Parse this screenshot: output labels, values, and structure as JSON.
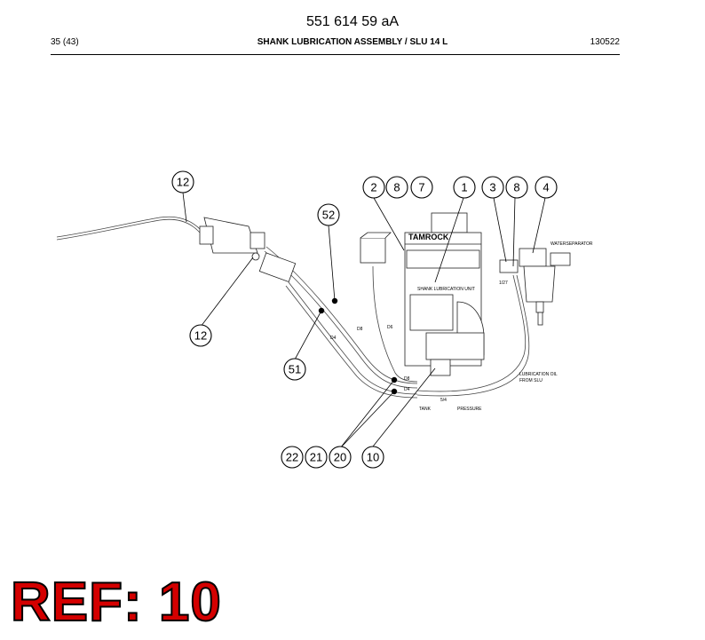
{
  "header": {
    "doc_number": "551 614 59 aA",
    "page": "35 (43)",
    "title": "SHANK LUBRICATION ASSEMBLY / SLU 14 L",
    "code": "130522"
  },
  "diagram": {
    "brand_label": "TAMROCK",
    "unit_label": "SHANK LUBRICATION UNIT",
    "water_separator_label": "WATERSEPARATOR",
    "lubrication_label_1": "LUBRICATION OIL",
    "lubrication_label_2": "FROM SLU",
    "pressure_label": "PRESSURE",
    "tank_label": "TANK",
    "hose_labels": [
      "D8",
      "D6",
      "D4",
      "D8",
      "D4",
      "5/4",
      "1/27"
    ],
    "callouts": [
      "12",
      "52",
      "2",
      "8",
      "7",
      "1",
      "3",
      "8",
      "4",
      "12",
      "51",
      "22",
      "21",
      "20",
      "10"
    ]
  },
  "ref_badge": "REF: 10",
  "colors": {
    "ref_fill": "#d40000",
    "ref_outline": "#000000"
  }
}
